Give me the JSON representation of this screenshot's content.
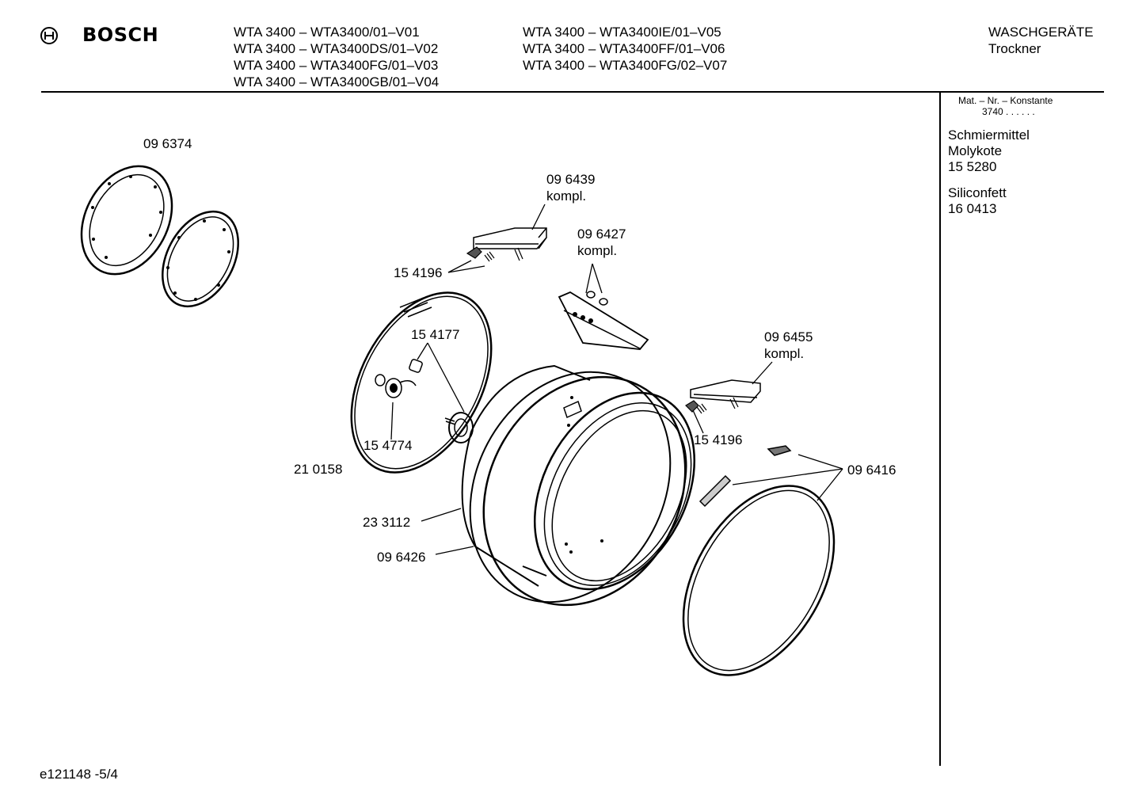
{
  "brand": {
    "name": "BOSCH",
    "logo_icon": "bosch-armature-logo"
  },
  "header": {
    "models_left": [
      "WTA 3400 – WTA3400/01–V01",
      "WTA 3400 – WTA3400DS/01–V02",
      "WTA 3400 – WTA3400FG/01–V03",
      "WTA 3400 – WTA3400GB/01–V04"
    ],
    "models_right": [
      "WTA 3400 – WTA3400IE/01–V05",
      "WTA 3400 – WTA3400FF/01–V06",
      "WTA 3400 – WTA3400FG/02–V07"
    ],
    "category": "WASCHGERÄTE",
    "subcategory": "Trockner"
  },
  "sidebar": {
    "mat_nr_label": "Mat. – Nr. – Konstante",
    "mat_nr_value": "3740 .  .  .  .  .  .",
    "lubricant_1": {
      "title": "Schmiermittel",
      "name": "Molykote",
      "number": "15 5280"
    },
    "lubricant_2": {
      "name": "Siliconfett",
      "number": "16 0413"
    }
  },
  "parts": {
    "p096374": "09 6374",
    "p096439": "09 6439",
    "p096439_note": "kompl.",
    "p096427": "09 6427",
    "p096427_note": "kompl.",
    "p154196_top": "15 4196",
    "p154177": "15 4177",
    "p096455": "09 6455",
    "p096455_note": "kompl.",
    "p154196_right": "15 4196",
    "p154774": "15 4774",
    "p210158": "21 0158",
    "p096416": "09 6416",
    "p233112": "23 3112",
    "p096426": "09 6426"
  },
  "footer": {
    "drawing_id": "e121148 -5/4"
  }
}
